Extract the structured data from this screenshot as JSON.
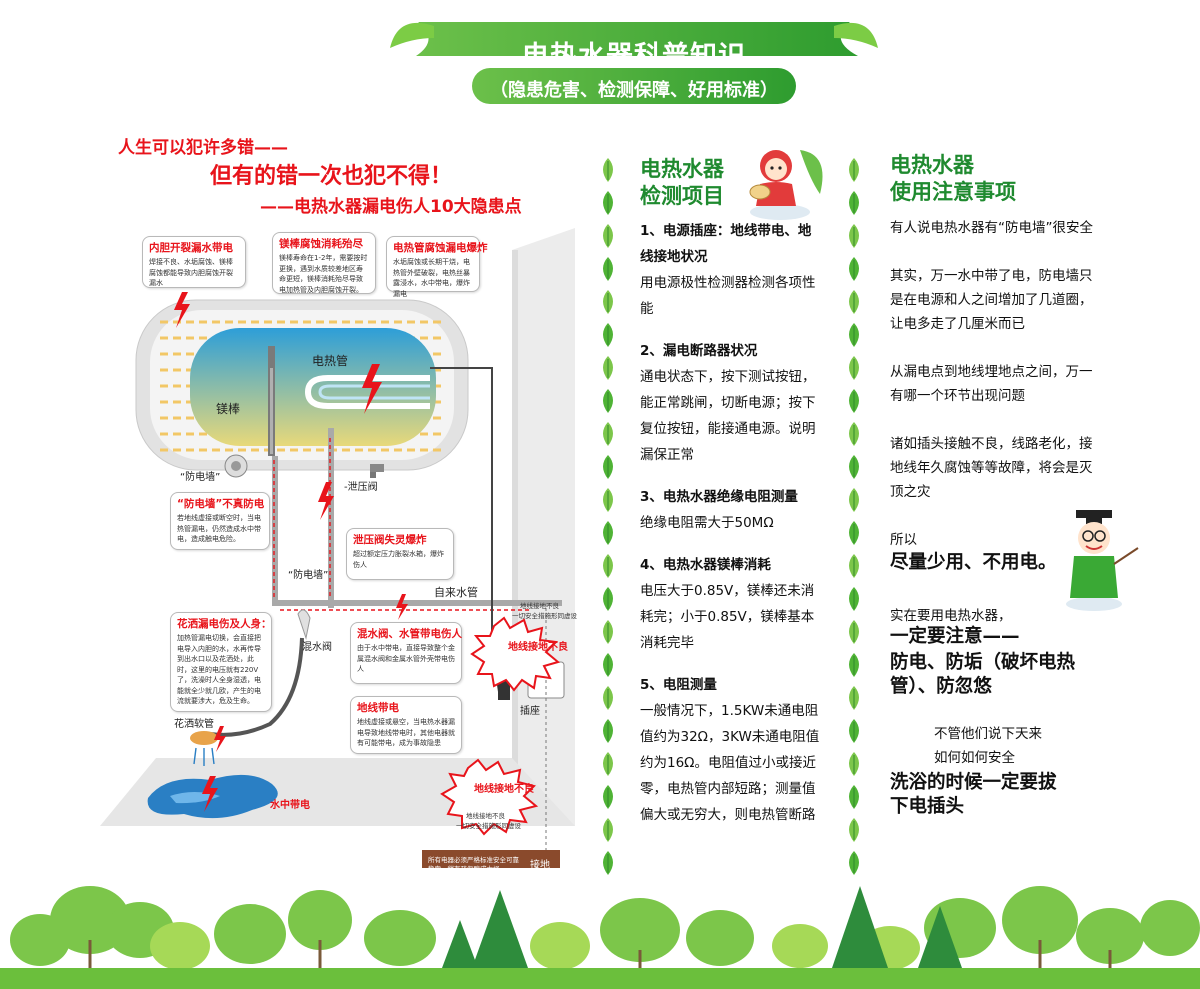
{
  "header": {
    "title": "电热水器科普知识",
    "subtitle": "（隐患危害、检测保障、好用标准）"
  },
  "intro": {
    "line1": "人生可以犯许多错——",
    "line2": "但有的错一次也犯不得！",
    "line3": "——电热水器漏电伤人10大隐患点"
  },
  "diagram": {
    "notes": [
      {
        "title": "内胆开裂漏水带电",
        "body": "焊接不良、水垢腐蚀、镁棒腐蚀都能导致内胆腐蚀开裂漏水"
      },
      {
        "title": "镁棒腐蚀消耗殆尽",
        "body": "镁棒寿命在1-2年，需要按时更换，遇到水质较差地区寿命更短，镁棒消耗殆尽导致电加热管及内胆腐蚀开裂。"
      },
      {
        "title": "电热管腐蚀漏电爆炸",
        "body": "水垢腐蚀或长期干烧，电热管外壁破裂，电热丝暴露浸水，水中带电，爆炸漏电"
      },
      {
        "title": "“防电墙”不真防电",
        "body": "若地线虚接或断空时，当电热管漏电，仍然造成水中带电，造成触电危险。"
      },
      {
        "title": "泄压阀失灵爆炸",
        "body": "超过额定压力胀裂水箱，爆炸伤人"
      },
      {
        "title": "花洒漏电伤及人身：",
        "body": "加热管漏电切换，会直接把电导入内胆的水，水再传导到出水口以及花洒处，此时，这里的电压就有220V了，洗澡时人全身湿透，电能就全少就几欧，产生的电流就要涉大，危及生命。"
      },
      {
        "title": "混水阀、水管带电伤人",
        "body": "由于水中带电，直接导致整个金属混水阀和金属水管外壳带电伤人"
      },
      {
        "title": "地线带电",
        "body": "地线虚接或悬空，当电热水器漏电导致地线带电时，其他电器就有可能带电，成为事故隐患"
      }
    ],
    "labels": {
      "heater_tube": "电热管",
      "mg_rod": "镁棒",
      "anti_wall_1": "“防电墙”",
      "anti_wall_2": "“防电墙”",
      "relief_valve": "-泄压阀",
      "tap_water": "自来水管",
      "mixing_valve": "混水阀",
      "socket": "插座",
      "shower_hose": "花洒软管",
      "water_charged": "水中带电",
      "ground_bad_1": "地线接地不良",
      "ground_bad_2": "地线接地不良",
      "ground_note_1a": "地线接地不良",
      "ground_note_1b": "一切安全措施形同虚设",
      "ground_note_2a": "地线接地不良",
      "ground_note_2b": "一切安全措施形同虚设",
      "ground_box": "所有电器必须严格标准安全可靠稳定，稍有疏忽酿成大祸。",
      "grounding": "接地"
    }
  },
  "middle": {
    "title_line1": "电热水器",
    "title_line2": "检测项目",
    "sections": [
      {
        "title": "1、电源插座：地线带电、地线接地状况",
        "body": "用电源极性检测器检测各项性能"
      },
      {
        "title": "2、漏电断路器状况",
        "body": "通电状态下，按下测试按钮，能正常跳闸，切断电源；按下复位按钮，能接通电源。说明漏保正常"
      },
      {
        "title": "3、电热水器绝缘电阻测量",
        "body": "绝缘电阻需大于50MΩ"
      },
      {
        "title": "4、电热水器镁棒消耗",
        "body": "电压大于0.85V，镁棒还未消耗完；小于0.85V，镁棒基本消耗完毕"
      },
      {
        "title": "5、电阻测量",
        "body": "一般情况下，1.5KW未通电阻值约为32Ω，3KW未通电阻值约为16Ω。电阻值过小或接近零，电热管内部短路；测量值偏大或无穷大，则电热管断路"
      }
    ]
  },
  "right": {
    "title_line1": "电热水器",
    "title_line2": "使用注意事项",
    "p1": "有人说电热水器有“防电墙”很安全",
    "p2": "其实，万一水中带了电，防电墙只是在电源和人之间增加了几道圈，让电多走了几厘米而已",
    "p3": "从漏电点到地线埋地点之间，万一有哪一个环节出现问题",
    "p4": "诸如插头接触不良，线路老化，接地线年久腐蚀等等故障，将会是灭顶之灾",
    "p5_small": "所以",
    "p5_big": "尽量少用、不用电。",
    "p6_small": "实在要用电热水器，",
    "p6_big1": "一定要注意——",
    "p6_big2": "防电、防垢（破坏电热",
    "p6_big3": "管）、防忽悠",
    "p7_small1": "不管他们说下天来",
    "p7_small2": "如何如何安全",
    "p7_big1": "洗浴的时候一定要拔",
    "p7_big2": "下电插头"
  },
  "colors": {
    "accent_green": "#3aa935",
    "warning_red": "#e8141b",
    "title_green": "#1f8a2f"
  }
}
